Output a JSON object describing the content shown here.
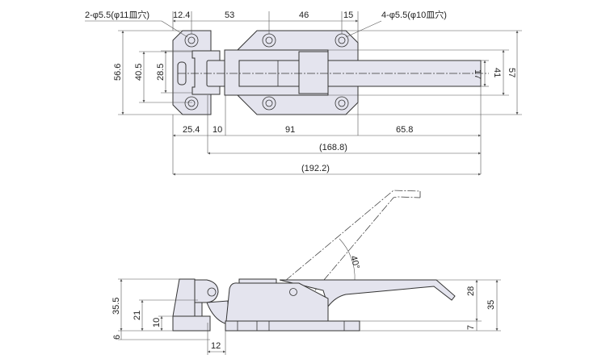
{
  "top_view": {
    "callout_left": "2-φ5.5(φ11皿穴)",
    "callout_right": "4-φ5.5(φ10皿穴)",
    "dims_top": [
      "12.4",
      "53",
      "46",
      "15"
    ],
    "dims_left": [
      "56.6",
      "40.5",
      "28.5"
    ],
    "dims_right": [
      "17",
      "41",
      "57"
    ],
    "dims_bottom": [
      "25.4",
      "10",
      "91",
      "65.8"
    ],
    "dim_total_inner": "(168.8)",
    "dim_total": "(192.2)"
  },
  "side_view": {
    "angle": "40°",
    "dims_left": [
      "35.5",
      "21",
      "10",
      "6"
    ],
    "dim_gap": "12",
    "dims_right": [
      "28",
      "7",
      "35"
    ]
  },
  "colors": {
    "part_fill": "#e4e4ee",
    "line": "#333333"
  }
}
